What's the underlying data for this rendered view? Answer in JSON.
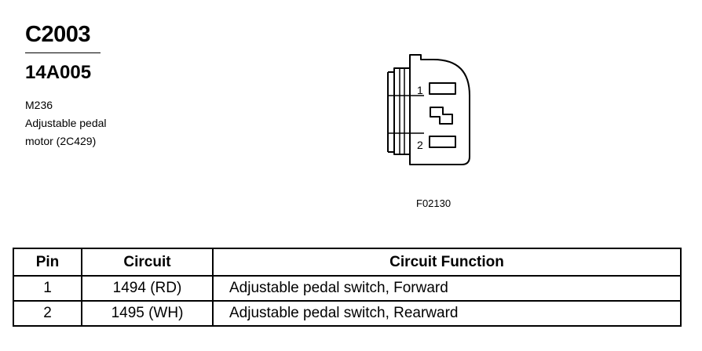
{
  "header": {
    "connector_id": "C2003",
    "part_number": "14A005",
    "description_lines": [
      "M236",
      "Adjustable pedal",
      "motor (2C429)"
    ]
  },
  "diagram": {
    "pin_labels": [
      "1",
      "2"
    ],
    "figure_code": "F02130"
  },
  "table": {
    "headers": [
      "Pin",
      "Circuit",
      "Circuit Function"
    ],
    "rows": [
      {
        "pin": "1",
        "circuit": "1494 (RD)",
        "function": "Adjustable pedal switch, Forward"
      },
      {
        "pin": "2",
        "circuit": "1495 (WH)",
        "function": "Adjustable pedal switch, Rearward"
      }
    ]
  }
}
